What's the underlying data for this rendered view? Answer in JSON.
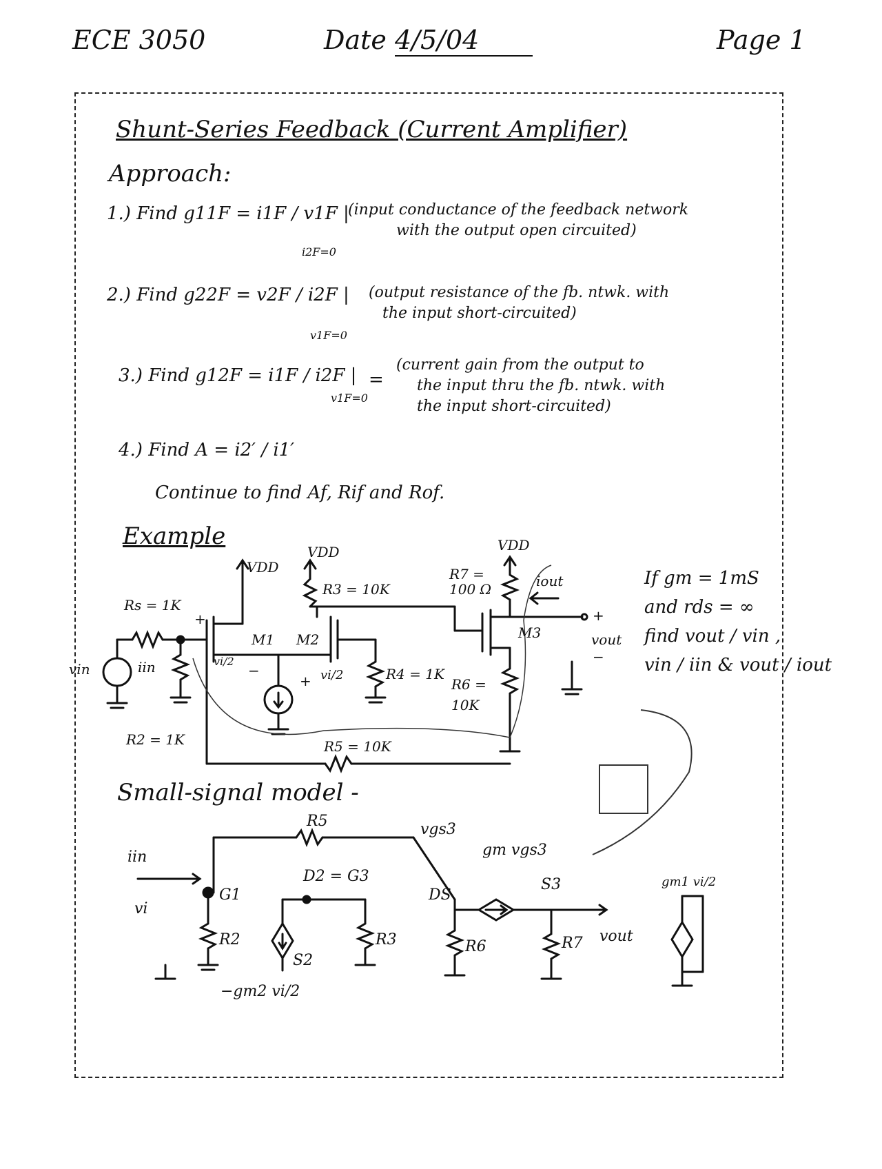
{
  "header": {
    "course": "ECE 3050",
    "date_label": "Date",
    "date_value": "4/5/04",
    "page": "Page 1"
  },
  "title": "Shunt-Series Feedback (Current Amplifier)",
  "approach_label": "Approach:",
  "steps": [
    {
      "num": "1.)",
      "text": "Find g11F = i1F / v1F |",
      "condition": "i2F=0",
      "note_line1": "(input conductance of the feedback network",
      "note_line2": "with the output open circuited)"
    },
    {
      "num": "2.)",
      "text": "Find g22F = v2F / i2F |",
      "condition": "v1F=0",
      "note_line1": "(output resistance of the fb. ntwk. with",
      "note_line2": "the input short-circuited)"
    },
    {
      "num": "3.)",
      "text": "Find g12F = i1F / i2F |",
      "condition": "v1F=0",
      "equals": "=",
      "note_line1": "(current gain from the output to",
      "note_line2": "the input thru the fb. ntwk. with",
      "note_line3": "the input short-circuited)"
    },
    {
      "num": "4.)",
      "text": "Find A = i2′ / i1′"
    }
  ],
  "continue_text": "Continue to find Af, Rif and Rof.",
  "example_label": "Example",
  "circuit_labels": {
    "vdd1": "VDD",
    "vdd2": "VDD",
    "vdd3": "VDD",
    "r3": "R3 = 10K",
    "r7_line1": "R7 =",
    "r7_line2": "100 Ω",
    "rs_src": "Rs = 1K",
    "m1": "M1",
    "m2": "M2",
    "m3": "M3",
    "r4": "R4 = 1K",
    "r6_line1": "R6 =",
    "r6_line2": "10K",
    "r5": "R5 = 10K",
    "r2": "R2 = 1K",
    "vin": "vin",
    "iin": "iin",
    "vi2_left": "vi/2",
    "vi2_right": "vi/2",
    "iout": "iout",
    "vout": "vout",
    "plus": "+",
    "minus": "−"
  },
  "given": {
    "line1": "If gm = 1mS",
    "line2": "and rds = ∞",
    "line3": "find vout / vin ,",
    "line4": "vin / iin  &  vout / iout"
  },
  "ssm_label": "Small-signal model -",
  "ssm_labels": {
    "r5": "R5",
    "vgs3": "vgs3",
    "gm_vgs3": "gm vgs3",
    "iin": "iin",
    "vi": "vi",
    "g1": "G1",
    "r2": "R2",
    "d2g3": "D2 = G3",
    "r3": "R3",
    "ds": "DS",
    "s3": "S3",
    "r6": "R6",
    "r7": "R7",
    "vout": "vout",
    "s2": "S2",
    "gm2_src": "−gm2 vi/2",
    "gm1_src": "gm1 vi/2"
  }
}
